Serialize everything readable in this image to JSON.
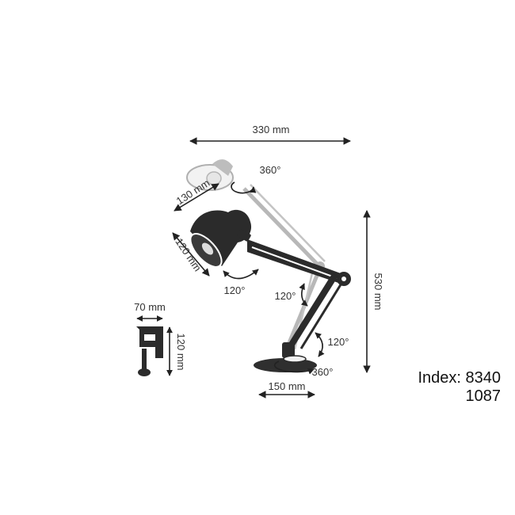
{
  "dimensions": {
    "width_top": "330 mm",
    "shade_diameter": "130 mm",
    "shade_depth": "120 mm",
    "height": "530 mm",
    "base": "150 mm",
    "clamp_width": "70 mm",
    "clamp_height": "120 mm"
  },
  "angles": {
    "head_rotation": "360°",
    "shade_tilt": "120°",
    "elbow": "120°",
    "base_joint": "120°",
    "base_rotation": "360°"
  },
  "index": {
    "label": "Index: 8340",
    "line2": "1087"
  },
  "colors": {
    "lamp_dark": "#2b2b2b",
    "lamp_ghost": "#b5b5b5",
    "arrow": "#222222"
  }
}
